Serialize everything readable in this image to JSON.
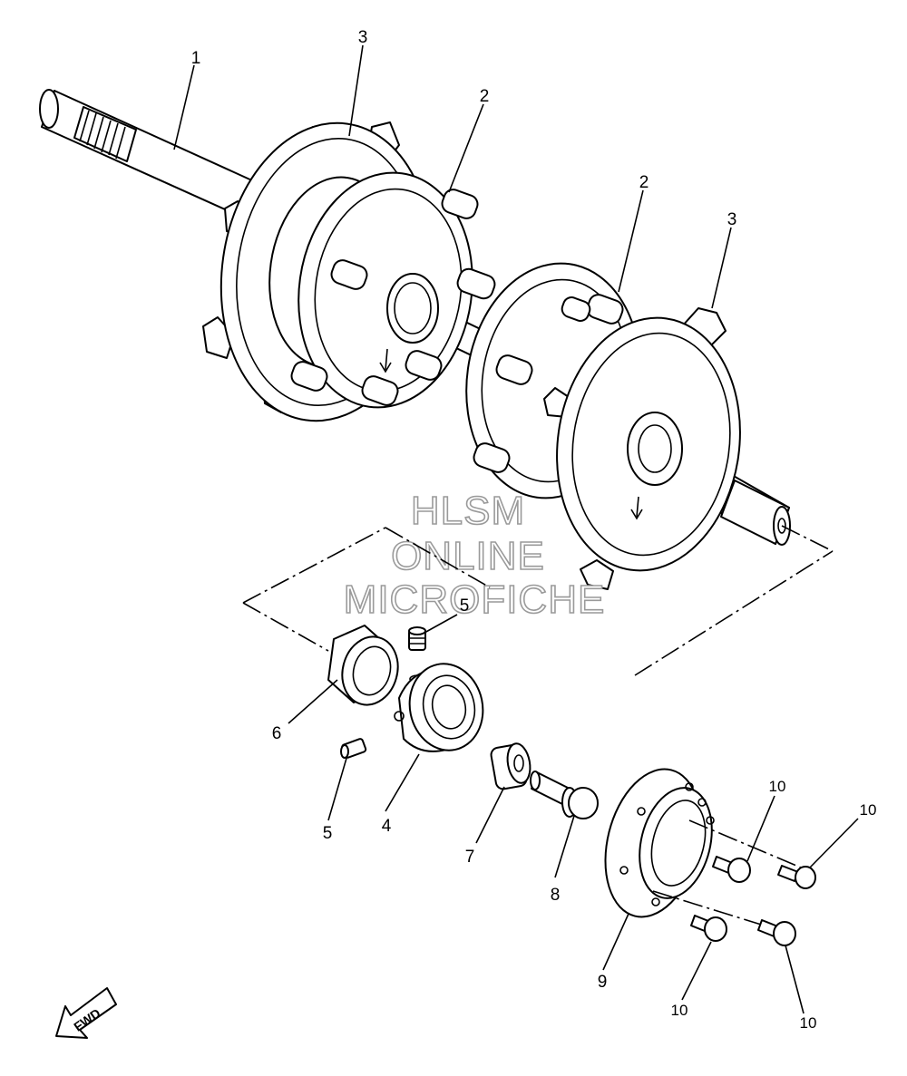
{
  "callouts": {
    "c1": "1",
    "c2a": "2",
    "c2b": "2",
    "c3a": "3",
    "c3b": "3",
    "c4": "4",
    "c5a": "5",
    "c5b": "5",
    "c6": "6",
    "c7": "7",
    "c8": "8",
    "c9": "9",
    "c10a": "10",
    "c10b": "10",
    "c10c": "10",
    "c10d": "10"
  },
  "watermark": {
    "line1": "HLSM",
    "line2": "ONLINE",
    "line3": "MICROFICHE"
  },
  "fwd_label": "FWD",
  "colors": {
    "line": "#000000",
    "background": "#ffffff",
    "watermark_outline": "#9a9a9a"
  }
}
